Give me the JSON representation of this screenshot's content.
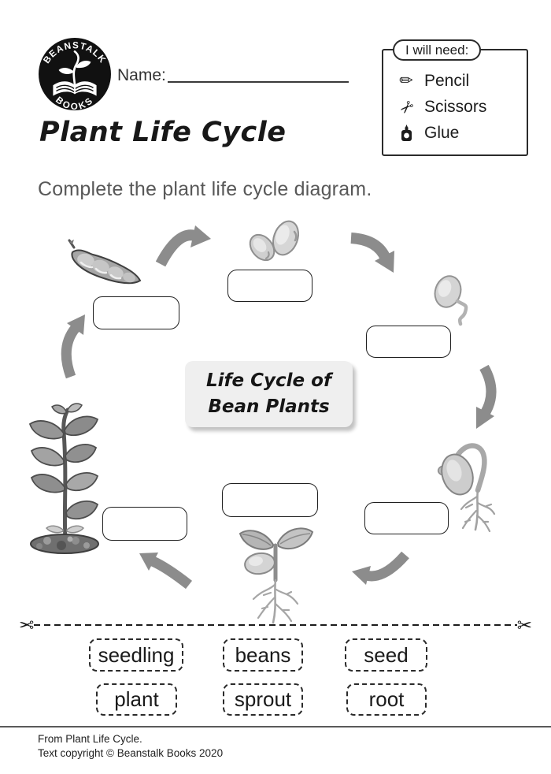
{
  "colors": {
    "arrow": "#8c8c8c",
    "ink": "#1d1d1d",
    "instruction_text": "#585858",
    "center_box_bg": "#efefef"
  },
  "logo": {
    "arc_top": "BEANSTALK",
    "arc_bottom": "BOOKS",
    "icon": "book-sprout-icon"
  },
  "header": {
    "name_label": "Name:",
    "name_value": ""
  },
  "materials": {
    "title": "I will need:",
    "items": [
      {
        "icon": "pencil-icon",
        "label": "Pencil"
      },
      {
        "icon": "scissors-icon",
        "label": "Scissors"
      },
      {
        "icon": "glue-icon",
        "label": "Glue"
      }
    ]
  },
  "title": "Plant Life Cycle",
  "instruction": "Complete the plant life cycle diagram.",
  "diagram": {
    "center_label": {
      "line1": "Life Cycle of",
      "line2": "Bean Plants"
    },
    "stages": [
      {
        "name": "bean-pod",
        "illustration": "bean-pod-illustration",
        "answer": ""
      },
      {
        "name": "beans",
        "illustration": "beans-illustration",
        "answer": ""
      },
      {
        "name": "seed",
        "illustration": "seed-illustration",
        "answer": ""
      },
      {
        "name": "sprouted-seed",
        "illustration": "sprouted-seed-illustration",
        "answer": ""
      },
      {
        "name": "seedling",
        "illustration": "seedling-illustration",
        "answer": ""
      },
      {
        "name": "plant",
        "illustration": "plant-illustration",
        "answer": ""
      }
    ]
  },
  "cut_line": {
    "icon": "scissors-icon"
  },
  "word_bank": {
    "words": [
      "seedling",
      "beans",
      "seed",
      "plant",
      "sprout",
      "root"
    ]
  },
  "footer": {
    "line1": "From Plant Life Cycle.",
    "line2": "Text copyright © Beanstalk Books 2020"
  }
}
